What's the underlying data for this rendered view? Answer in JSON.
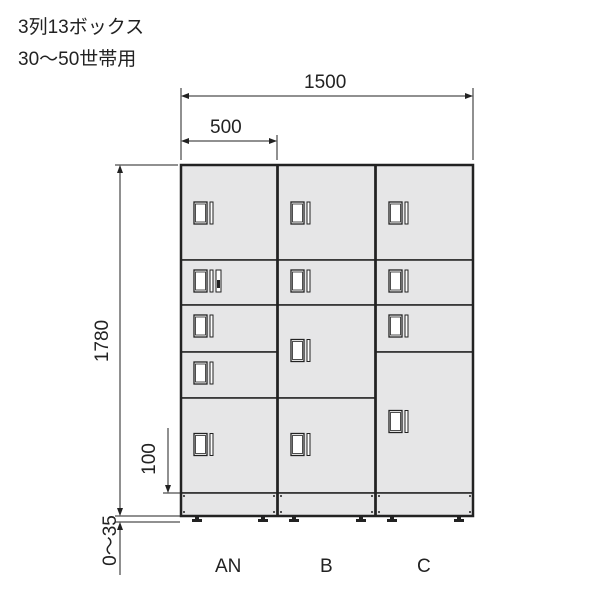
{
  "title_line1": "3列13ボックス",
  "title_line2": "30〜50世帯用",
  "dimensions": {
    "total_width": "1500",
    "column_width": "500",
    "height": "1780",
    "base_height": "100",
    "adjuster": "0〜35"
  },
  "columns": [
    {
      "label": "AN",
      "boxes": 5
    },
    {
      "label": "B",
      "boxes": 4
    },
    {
      "label": "C",
      "boxes": 4
    }
  ],
  "colors": {
    "panel": "#e6e6e7",
    "line": "#222222"
  }
}
